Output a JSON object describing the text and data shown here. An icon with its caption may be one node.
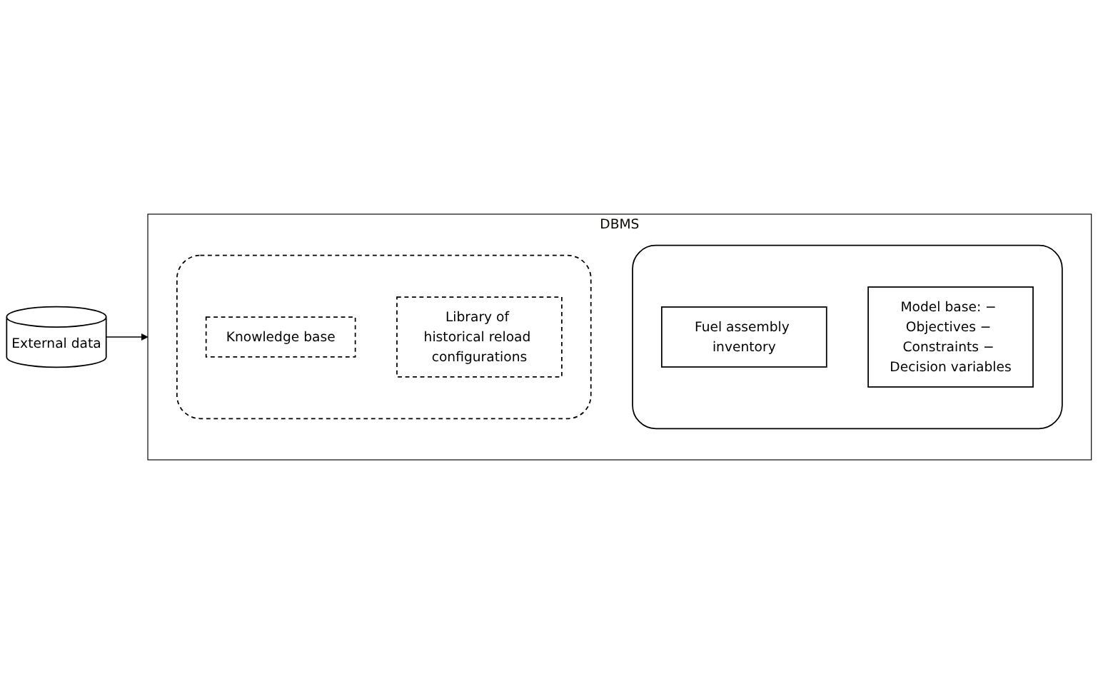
{
  "diagram": {
    "nodes": [
      {
        "text": [
          "DBMS"
        ]
      },
      {
        "text": [],
        "shape": "cylinder",
        "in": 0
      },
      {
        "text": [
          "Fuel assembly inventory"
        ],
        "in": 1
      },
      {
        "text": [
          "Model base: − Objectives − Constraints − Decision variables"
        ],
        "in": 1
      },
      {
        "text": [],
        "shape": "cylinder",
        "in": 0
      },
      {
        "text": [
          "Knowledge base"
        ],
        "in": 4
      },
      {
        "text": [
          "Library of historical reload configurations"
        ],
        "in": 4
      },
      {
        "text": [
          "External data"
        ]
      }
    ],
    "edges": [
      {
        "from": 7,
        "to": 0,
        "arrow": "to"
      }
    ]
  }
}
